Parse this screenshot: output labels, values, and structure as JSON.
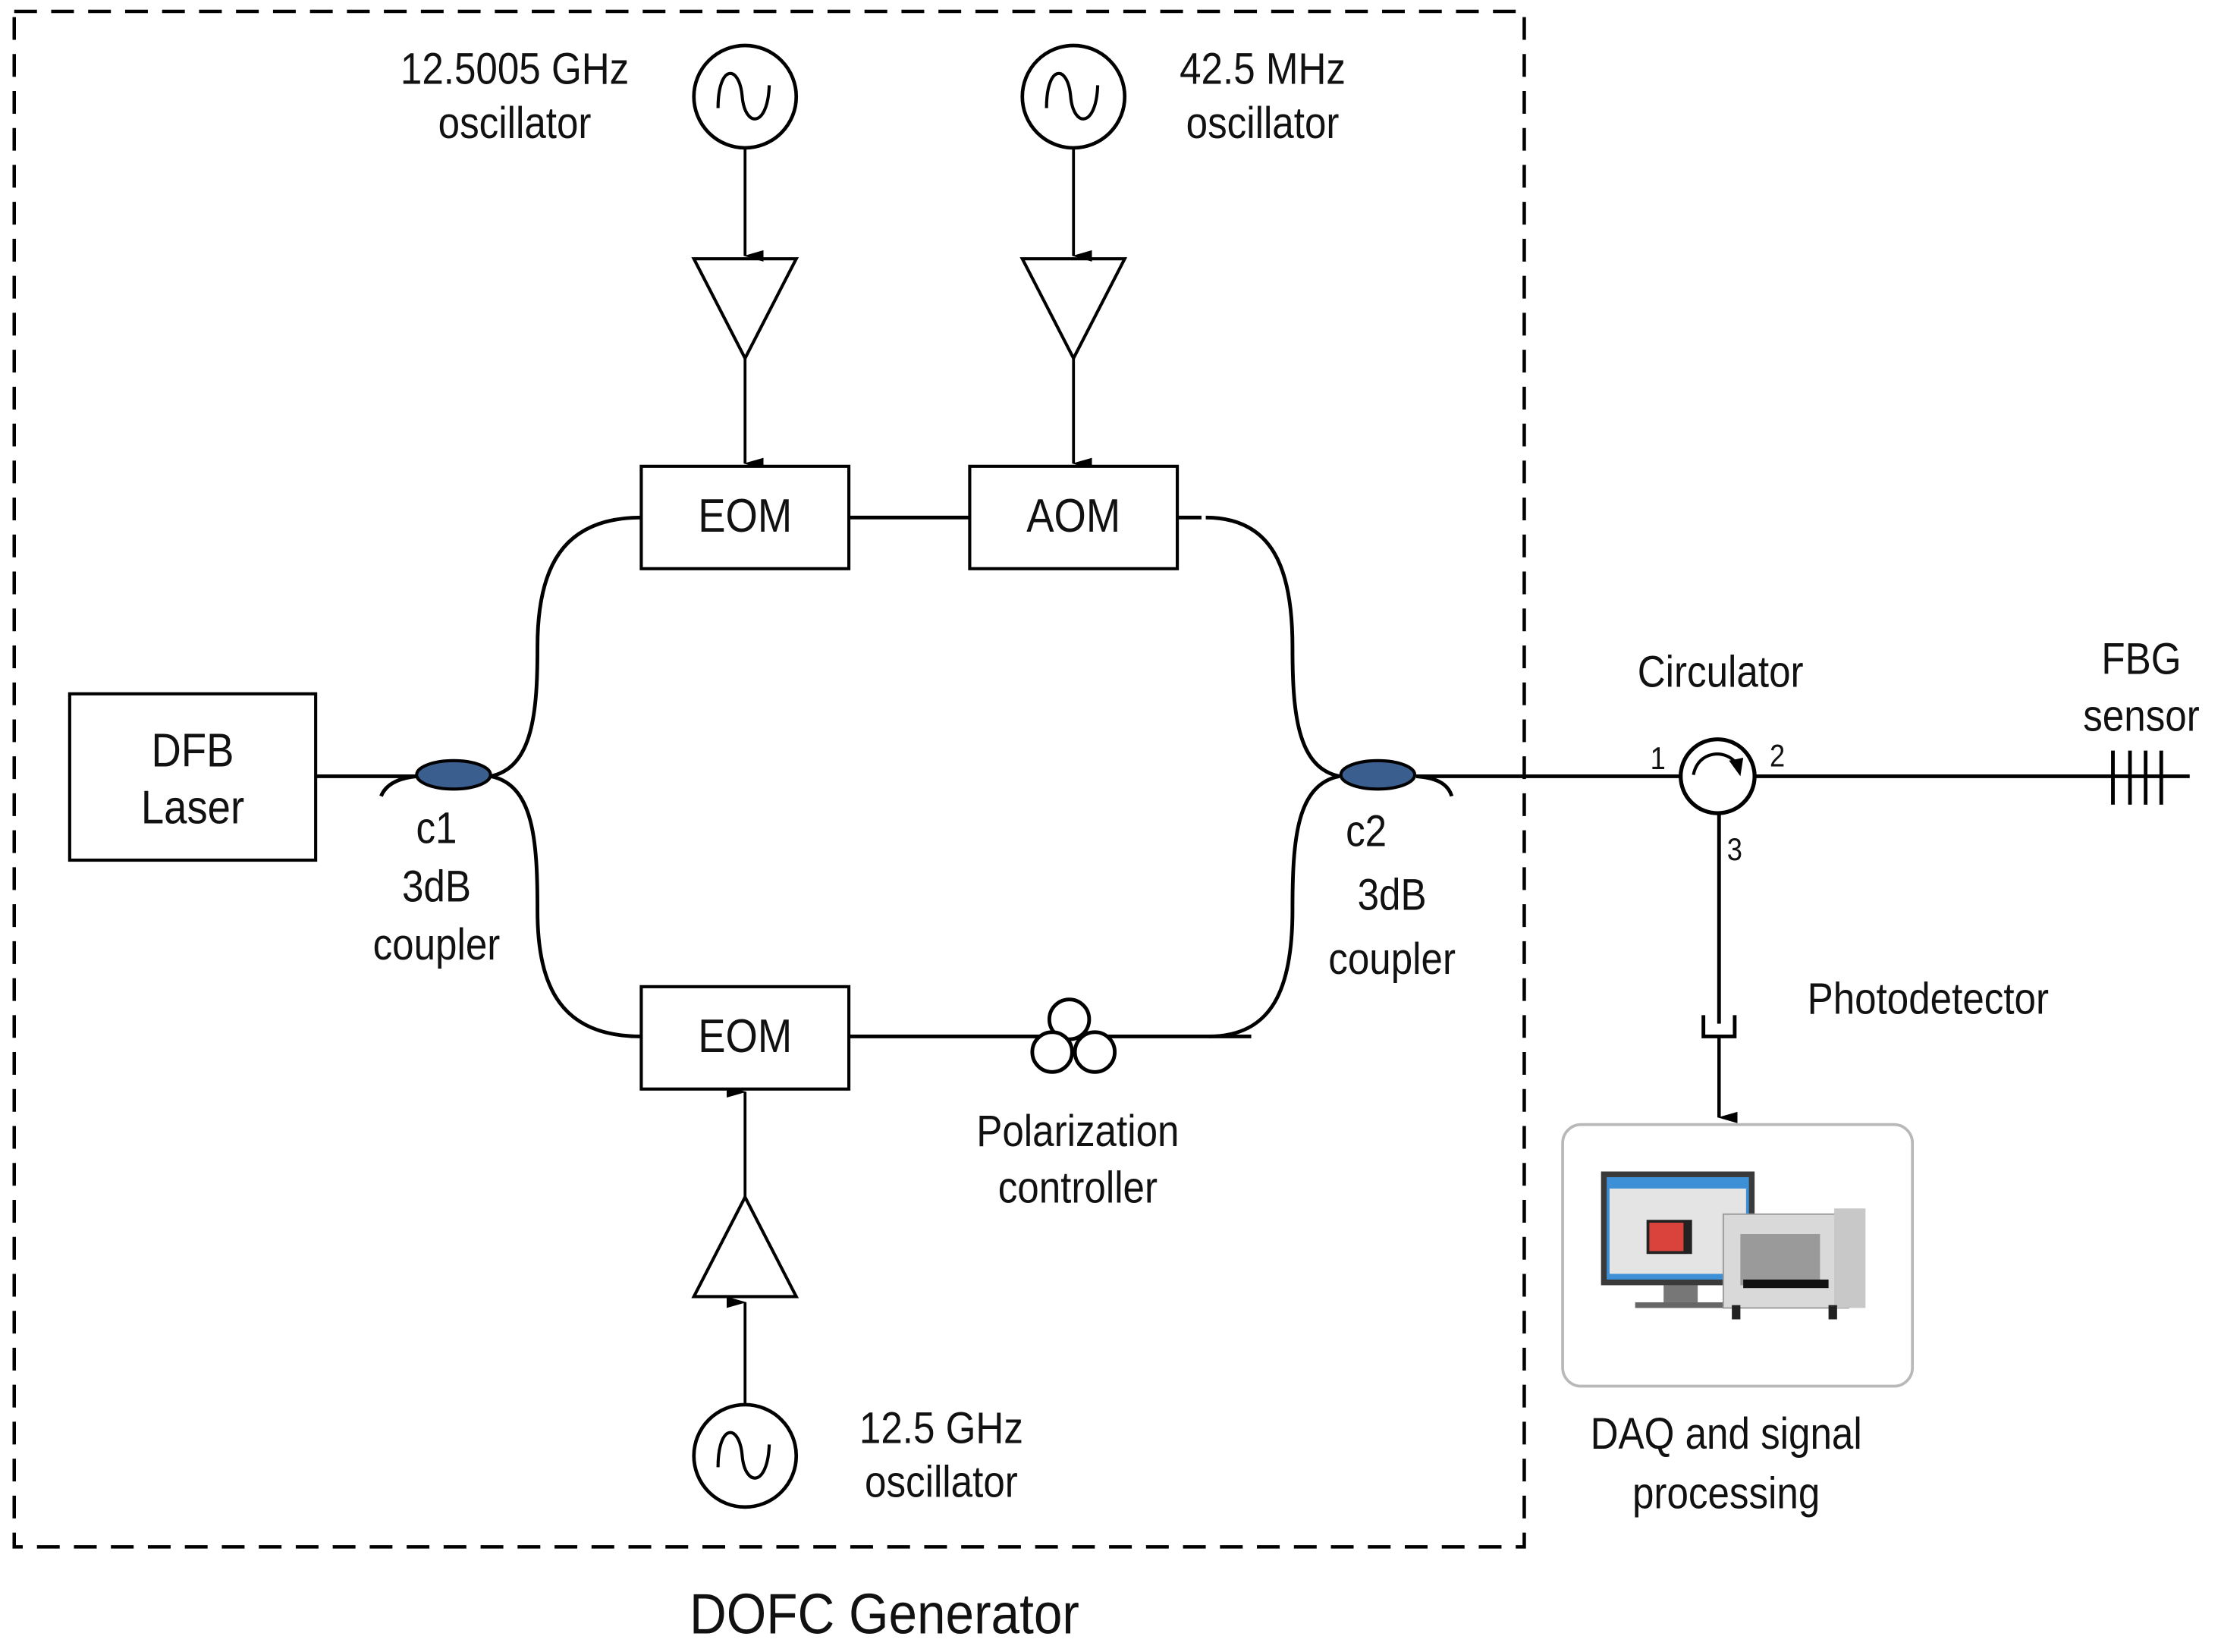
{
  "diagram": {
    "title": "DOFC Generator",
    "components": {
      "osc_top_left": {
        "line1": "12.5005 GHz",
        "line2": "oscillator",
        "icon": "sine-source-icon"
      },
      "osc_top_right": {
        "line1": "42.5 MHz",
        "line2": "oscillator",
        "icon": "sine-source-icon"
      },
      "osc_bottom": {
        "line1": "12.5 GHz",
        "line2": "oscillator",
        "icon": "sine-source-icon"
      },
      "eom_top": {
        "label": "EOM"
      },
      "aom": {
        "label": "AOM"
      },
      "eom_bottom": {
        "label": "EOM"
      },
      "laser": {
        "line1": "DFB",
        "line2": "Laser"
      },
      "coupler1": {
        "line1": "c1",
        "line2": "3dB",
        "line3": "coupler",
        "fill": "#3a5f8f"
      },
      "coupler2": {
        "line1": "c2",
        "line2": "3dB",
        "line3": "coupler",
        "fill": "#3a5f8f"
      },
      "polarization": {
        "line1": "Polarization",
        "line2": "controller"
      },
      "circulator": {
        "label": "Circulator",
        "port1": "1",
        "port2": "2",
        "port3": "3"
      },
      "fbg": {
        "line1": "FBG",
        "line2": "sensor"
      },
      "photodetector": {
        "label": "Photodetector"
      },
      "daq": {
        "line1": "DAQ and signal",
        "line2": "processing",
        "accent": "#d9433b",
        "screen": "#3d8fd6"
      }
    },
    "colors": {
      "stroke": "#000000",
      "dashed_frame": "#000000",
      "coupler_fill": "#3a5f8f"
    }
  }
}
